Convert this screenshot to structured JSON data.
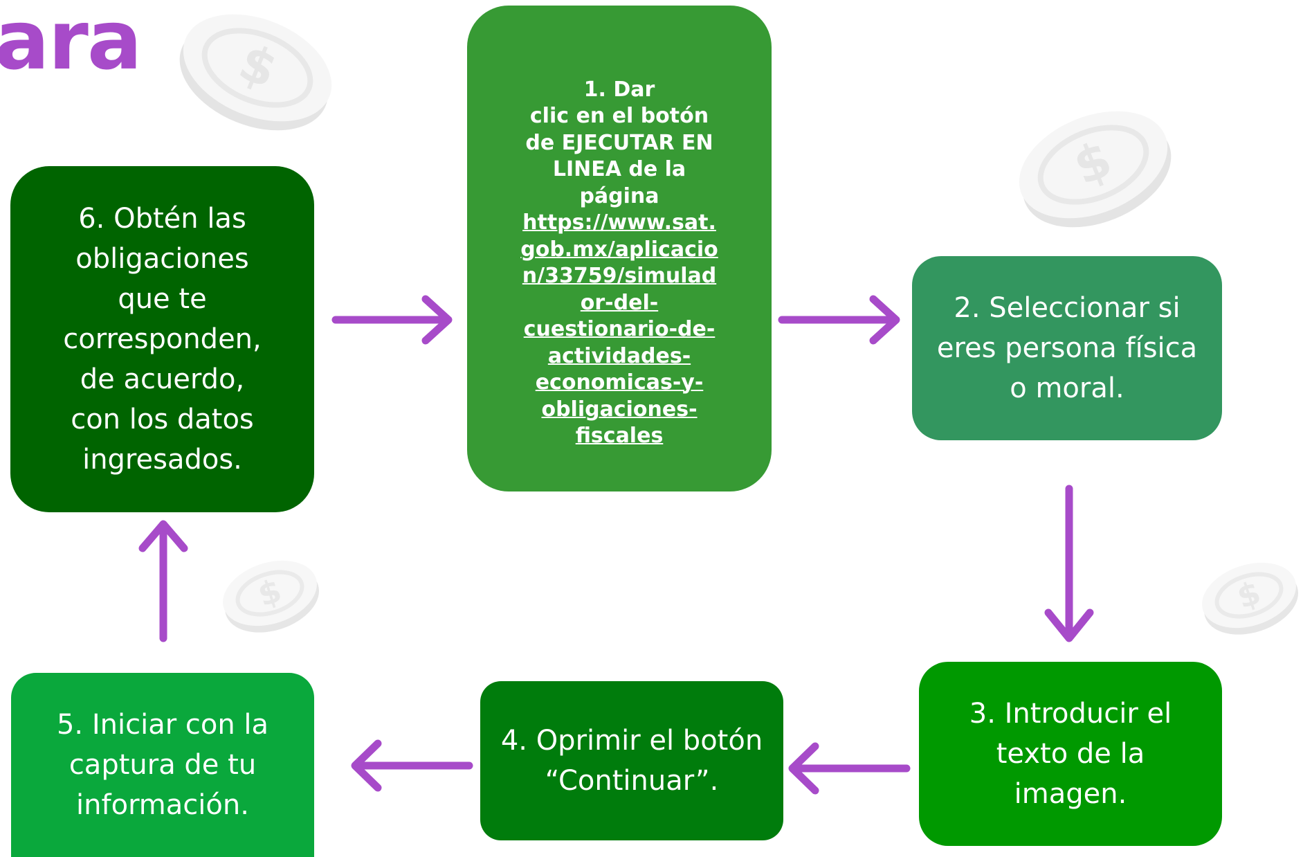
{
  "title": {
    "text": "ara",
    "color": "#a74bc9"
  },
  "colors": {
    "arrow": "#a74bc9",
    "step1": "#379a34",
    "step2": "#33965f",
    "step3": "#009900",
    "step4": "#007c0c",
    "step5": "#0aa83c",
    "step6": "#006400",
    "coin": "#f2f2f2"
  },
  "steps": {
    "step1": {
      "text": "1. Dar\nclic en el botón\nde EJECUTAR EN\nLINEA de la\npágina",
      "link": "https://www.sat.\ngob.mx/aplicacio\nn/33759/simulad\nor-del-\ncuestionario-de-\nactividades-\neconomicas-y-\nobligaciones-\nfiscales"
    },
    "step2": {
      "text": "2. Seleccionar si\neres persona física\no moral."
    },
    "step3": {
      "text": "3. Introducir el\ntexto de la\nimagen."
    },
    "step4": {
      "text": "4. Oprimir el botón\n“Continuar”."
    },
    "step5": {
      "text": "5. Iniciar con la\ncaptura de tu\ninformación."
    },
    "step6": {
      "text": "6. Obtén las\nobligaciones\nque te\ncorresponden,\nde acuerdo,\ncon los datos\ningresados."
    }
  },
  "icons": {
    "coin": "dollar-coin-icon",
    "arrow": "arrow-icon"
  }
}
